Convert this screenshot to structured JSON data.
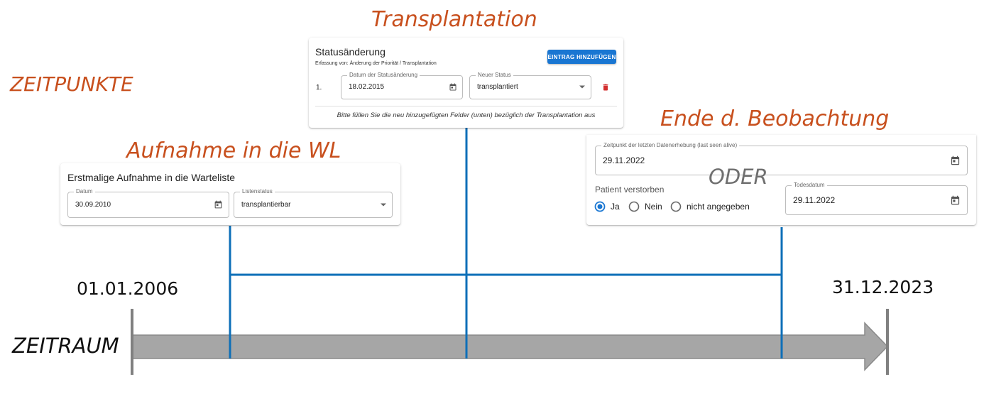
{
  "headings": {
    "transplantation": "Transplantation",
    "zeitpunkte": "ZEITPUNKTE",
    "aufnahme": "Aufnahme in die WL",
    "ende": "Ende d. Beobachtung",
    "oder": "ODER",
    "zeitraum": "ZEITRAUM"
  },
  "timeline": {
    "start_date": "01.01.2006",
    "end_date": "31.12.2023"
  },
  "card_status": {
    "title": "Statusänderung",
    "subtitle": "Erfassung von: Änderung der Priorität / Transplantation",
    "add_button": "EINTRAG HINZUFÜGEN",
    "row_index": "1.",
    "date_label": "Datum der Statusänderung",
    "date_value": "18.02.2015",
    "status_label": "Neuer Status",
    "status_value": "transplantiert",
    "note": "Bitte füllen Sie die neu hinzugefügten Felder (unten) bezüglich der Transplantation aus"
  },
  "card_aufnahme": {
    "title": "Erstmalige Aufnahme in die Warteliste",
    "date_label": "Datum",
    "date_value": "30.09.2010",
    "status_label": "Listenstatus",
    "status_value": "transplantierbar"
  },
  "card_ende": {
    "last_alive_label": "Zeitpunkt der letzten Datenerhebung (last seen alive)",
    "last_alive_value": "29.11.2022",
    "deceased_label": "Patient verstorben",
    "radio_options": [
      "Ja",
      "Nein",
      "nicht angegeben"
    ],
    "radio_selected": "Ja",
    "death_label": "Todesdatum",
    "death_value": "29.11.2022"
  },
  "colors": {
    "heading": "#c8501e",
    "connector": "#0d6fb8",
    "arrow_fill": "#a6a6a6",
    "arrow_stroke": "#8a8a8a",
    "primary": "#1976d2",
    "delete": "#d32f2f"
  }
}
